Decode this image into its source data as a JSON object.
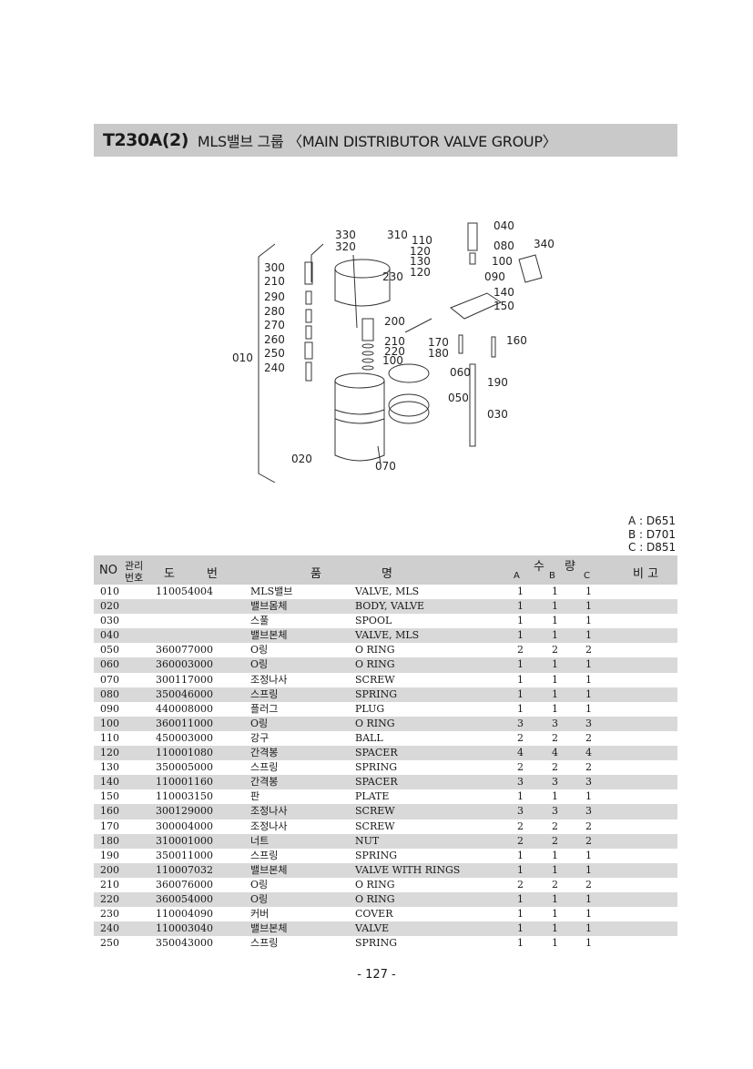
{
  "header": {
    "code": "T230A(2)",
    "title": "MLS밸브 그룹 〈MAIN DISTRIBUTOR VALVE GROUP〉"
  },
  "diagram": {
    "labels": [
      "330",
      "320",
      "310",
      "110",
      "120",
      "130",
      "120",
      "230",
      "300",
      "210",
      "290",
      "280",
      "270",
      "260",
      "250",
      "240",
      "010",
      "200",
      "210",
      "220",
      "100",
      "170",
      "180",
      "060",
      "050",
      "020",
      "070",
      "040",
      "080",
      "340",
      "100",
      "090",
      "140",
      "150",
      "160",
      "190",
      "030"
    ]
  },
  "variants": [
    "A : D651",
    "B : D701",
    "C : D851"
  ],
  "table": {
    "headers": {
      "no": "NO",
      "mgmt1": "관리",
      "mgmt2": "번호",
      "drawing1": "도",
      "drawing2": "번",
      "name1": "품",
      "name2": "명",
      "qty1": "수",
      "qty2": "량",
      "a": "A",
      "b": "B",
      "c": "C",
      "remarks": "비 고"
    },
    "rows": [
      {
        "no": "010",
        "code": "110054004",
        "kr": "MLS밸브",
        "en": "VALVE, MLS",
        "a": "1",
        "b": "1",
        "c": "1"
      },
      {
        "no": "020",
        "code": "",
        "kr": "밸브몸체",
        "en": "BODY, VALVE",
        "a": "1",
        "b": "1",
        "c": "1"
      },
      {
        "no": "030",
        "code": "",
        "kr": "스풀",
        "en": "SPOOL",
        "a": "1",
        "b": "1",
        "c": "1"
      },
      {
        "no": "040",
        "code": "",
        "kr": "밸브본체",
        "en": "VALVE, MLS",
        "a": "1",
        "b": "1",
        "c": "1"
      },
      {
        "no": "050",
        "code": "360077000",
        "kr": "O링",
        "en": "O RING",
        "a": "2",
        "b": "2",
        "c": "2"
      },
      {
        "no": "060",
        "code": "360003000",
        "kr": "O링",
        "en": "O RING",
        "a": "1",
        "b": "1",
        "c": "1"
      },
      {
        "no": "070",
        "code": "300117000",
        "kr": "조정나사",
        "en": "SCREW",
        "a": "1",
        "b": "1",
        "c": "1"
      },
      {
        "no": "080",
        "code": "350046000",
        "kr": "스프링",
        "en": "SPRING",
        "a": "1",
        "b": "1",
        "c": "1"
      },
      {
        "no": "090",
        "code": "440008000",
        "kr": "플러그",
        "en": "PLUG",
        "a": "1",
        "b": "1",
        "c": "1"
      },
      {
        "no": "100",
        "code": "360011000",
        "kr": "O링",
        "en": "O RING",
        "a": "3",
        "b": "3",
        "c": "3"
      },
      {
        "no": "110",
        "code": "450003000",
        "kr": "강구",
        "en": "BALL",
        "a": "2",
        "b": "2",
        "c": "2"
      },
      {
        "no": "120",
        "code": "110001080",
        "kr": "간격봉",
        "en": "SPACER",
        "a": "4",
        "b": "4",
        "c": "4"
      },
      {
        "no": "130",
        "code": "350005000",
        "kr": "스프링",
        "en": "SPRING",
        "a": "2",
        "b": "2",
        "c": "2"
      },
      {
        "no": "140",
        "code": "110001160",
        "kr": "간격봉",
        "en": "SPACER",
        "a": "3",
        "b": "3",
        "c": "3"
      },
      {
        "no": "150",
        "code": "110003150",
        "kr": "판",
        "en": "PLATE",
        "a": "1",
        "b": "1",
        "c": "1"
      },
      {
        "no": "160",
        "code": "300129000",
        "kr": "조정나사",
        "en": "SCREW",
        "a": "3",
        "b": "3",
        "c": "3"
      },
      {
        "no": "170",
        "code": "300004000",
        "kr": "조정나사",
        "en": "SCREW",
        "a": "2",
        "b": "2",
        "c": "2"
      },
      {
        "no": "180",
        "code": "310001000",
        "kr": "너트",
        "en": "NUT",
        "a": "2",
        "b": "2",
        "c": "2"
      },
      {
        "no": "190",
        "code": "350011000",
        "kr": "스프링",
        "en": "SPRING",
        "a": "1",
        "b": "1",
        "c": "1"
      },
      {
        "no": "200",
        "code": "110007032",
        "kr": "밸브본체",
        "en": "VALVE WITH RINGS",
        "a": "1",
        "b": "1",
        "c": "1"
      },
      {
        "no": "210",
        "code": "360076000",
        "kr": "O링",
        "en": "O RING",
        "a": "2",
        "b": "2",
        "c": "2"
      },
      {
        "no": "220",
        "code": "360054000",
        "kr": "O링",
        "en": "O RING",
        "a": "1",
        "b": "1",
        "c": "1"
      },
      {
        "no": "230",
        "code": "110004090",
        "kr": "커버",
        "en": "COVER",
        "a": "1",
        "b": "1",
        "c": "1"
      },
      {
        "no": "240",
        "code": "110003040",
        "kr": "밸브본체",
        "en": "VALVE",
        "a": "1",
        "b": "1",
        "c": "1"
      },
      {
        "no": "250",
        "code": "350043000",
        "kr": "스프링",
        "en": "SPRING",
        "a": "1",
        "b": "1",
        "c": "1"
      }
    ]
  },
  "footer": {
    "page": "- 127 -"
  }
}
